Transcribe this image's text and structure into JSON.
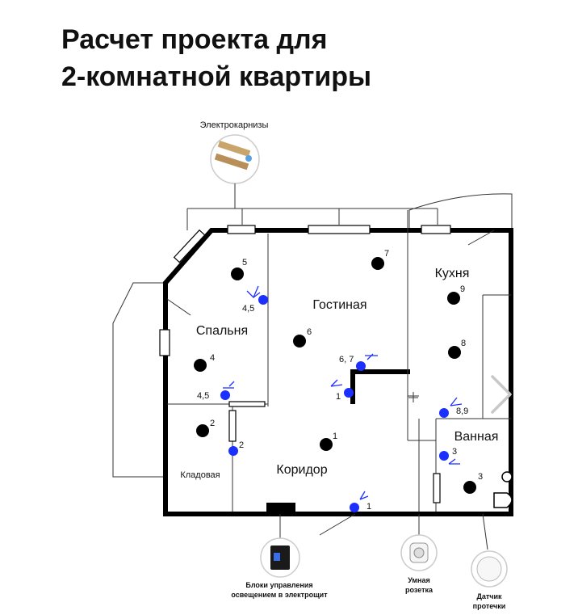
{
  "title": {
    "line1": "Расчет проекта для",
    "line2": "2-комнатной квартиры"
  },
  "rooms": {
    "bedroom": "Спальня",
    "living": "Гостиная",
    "kitchen": "Кухня",
    "corridor": "Коридор",
    "bathroom": "Ванная",
    "storage": "Кладовая"
  },
  "devices": {
    "curtains": "Электрокарнизы",
    "control_line1": "Блоки управления",
    "control_line2": "освещением в электрощит",
    "outlet_line1": "Умная",
    "outlet_line2": "розетка",
    "leak_line1": "Датчик",
    "leak_line2": "протечки"
  },
  "labels": {
    "lamp_bedroom_top": "5",
    "switch_bedroom_top": "4,5",
    "lamp_bedroom_mid": "4",
    "switch_bedroom_low": "4,5",
    "lamp_storage": "2",
    "switch_storage": "2",
    "lamp_living_top": "7",
    "lamp_living_mid": "6",
    "switch_living": "6, 7",
    "switch_corridor_inner": "1",
    "lamp_corridor": "1",
    "switch_corridor_bottom": "1",
    "lamp_kitchen_top": "9",
    "lamp_kitchen_mid": "8",
    "switch_kitchen": "8,9",
    "switch_bath": "3",
    "lamp_bath": "3"
  },
  "colors": {
    "accent": "#1b2fff",
    "lamp": "#3a5cff",
    "wall": "#000000"
  },
  "icons": {
    "next": "chevron-right-icon"
  }
}
